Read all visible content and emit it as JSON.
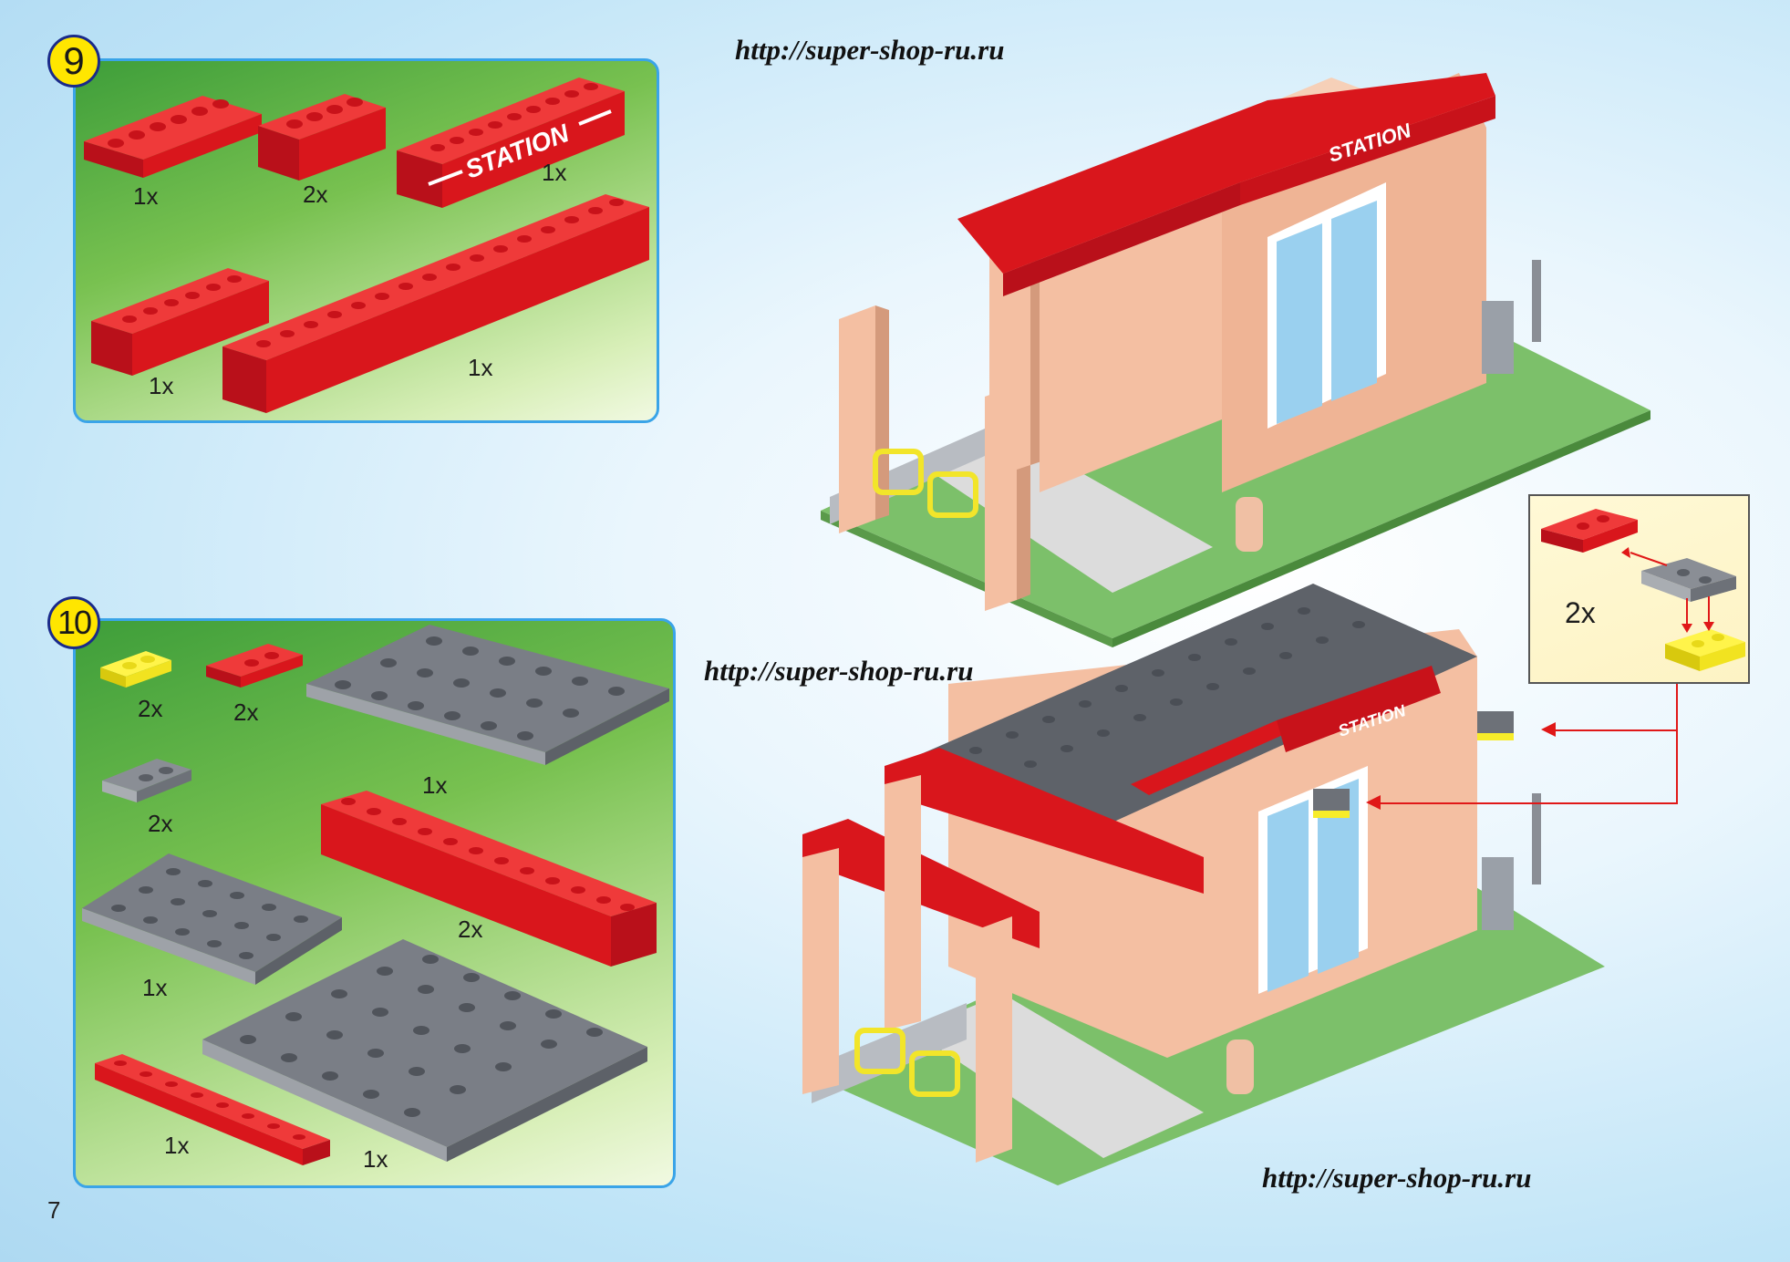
{
  "page": {
    "number": "7",
    "watermarks": [
      "http://super-shop-ru.ru",
      "http://super-shop-ru.ru",
      "http://super-shop-ru.ru"
    ]
  },
  "step9": {
    "number": "9",
    "parts": [
      {
        "name": "red-brick-1x6",
        "qty": "1x"
      },
      {
        "name": "red-brick-1x4",
        "qty": "2x"
      },
      {
        "name": "red-station-sign-brick",
        "qty": "1x",
        "label": "STATION"
      },
      {
        "name": "red-brick-1x6-lower",
        "qty": "1x"
      },
      {
        "name": "red-brick-1x16",
        "qty": "1x"
      }
    ]
  },
  "step10": {
    "number": "10",
    "parts": [
      {
        "name": "yellow-plate-1x2",
        "qty": "2x"
      },
      {
        "name": "red-hinge-plate-1x2",
        "qty": "2x"
      },
      {
        "name": "gray-plate-large",
        "qty": "1x"
      },
      {
        "name": "gray-hinge-plate-1x2",
        "qty": "2x"
      },
      {
        "name": "red-brick-1x12",
        "qty": "2x"
      },
      {
        "name": "gray-plate-6x8",
        "qty": "1x"
      },
      {
        "name": "gray-plate-10x10",
        "qty": "1x"
      },
      {
        "name": "red-plate-1x8",
        "qty": "1x"
      }
    ],
    "inset_qty": "2x"
  },
  "model": {
    "sign_text": "STATION"
  },
  "colors": {
    "red": "#d9161c",
    "gray": "#6d7178",
    "yellow": "#f7ec2a",
    "tan": "#f4bfa2",
    "green": "#7cc06a",
    "accent_border": "#3aa4e8"
  }
}
